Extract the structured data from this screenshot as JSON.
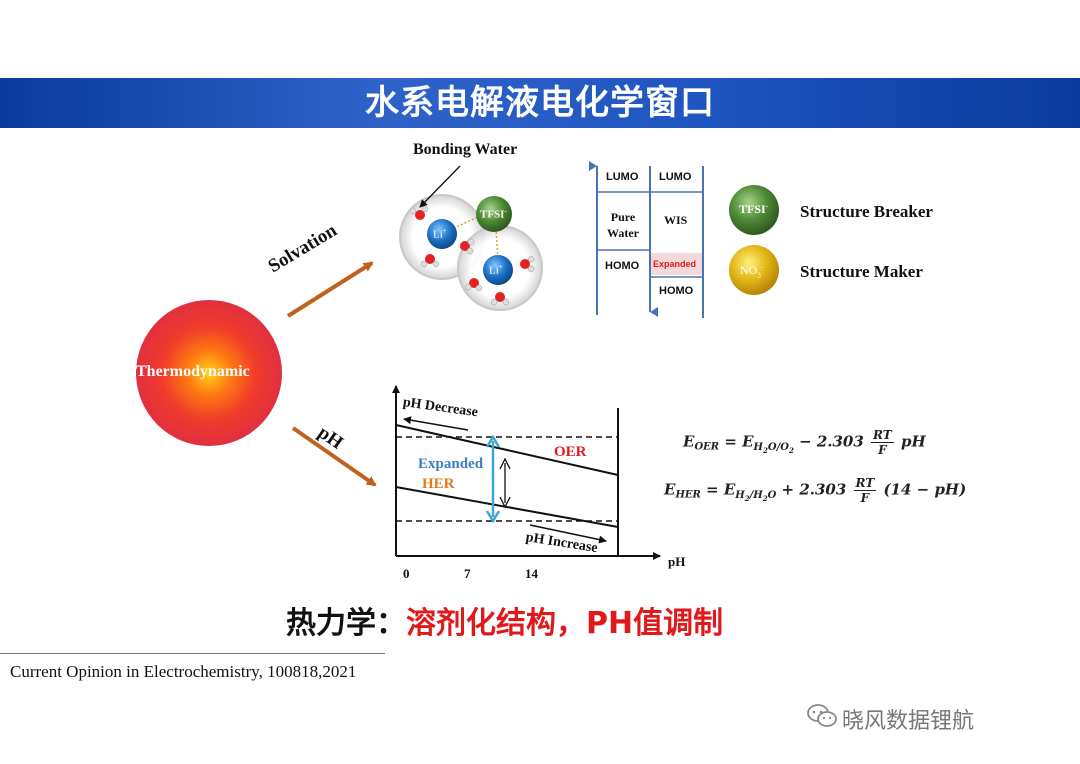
{
  "title": "水系电解液电化学窗口",
  "center_label": "Thermodynamic",
  "solvation": {
    "arrow_label": "Solvation",
    "bonding_water": "Bonding Water",
    "li_label": "Li",
    "li_sup": "+",
    "tfsi_label": "TFSI",
    "tfsi_sup": "-"
  },
  "energy_diagram": {
    "lumo": "LUMO",
    "homo": "HOMO",
    "pure_water_line1": "Pure",
    "pure_water_line2": "Water",
    "wis": "WIS",
    "expanded": "Expanded"
  },
  "legend": {
    "tfsi_label": "TFSI",
    "tfsi_sup": "-",
    "tfsi_text": "Structure Breaker",
    "no3_label": "NO",
    "no3_sub": "3",
    "no3_sup": "-",
    "no3_text": "Structure Maker"
  },
  "ph_plot": {
    "arrow_label": "pH",
    "decrease": "pH Decrease",
    "increase": "pH Increase",
    "oer": "OER",
    "her": "HER",
    "expanded": "Expanded",
    "x_axis_label": "pH",
    "ticks": [
      "0",
      "7",
      "14"
    ]
  },
  "equations": {
    "oer": "E_OER = E_H2O/O2 − 2.303 (RT/F) pH",
    "her": "E_HER = E_H2/H2O + 2.303 (RT/F) (14 − pH)"
  },
  "conclusion": {
    "prefix": "热力学：",
    "highlight": "溶剂化结构，PH值调制"
  },
  "citation": "Current Opinion in Electrochemistry, 100818,2021",
  "watermark": "晓风数据锂航",
  "colors": {
    "banner": "#1f55c0",
    "arrow": "#c0611e",
    "red_text": "#e0191b",
    "orange_text": "#e0781e",
    "blue_text": "#3a7fc0",
    "axis_blue": "#4a72b8",
    "tfsi_green": "#3e7a2e",
    "no3_yellow": "#d4a51a",
    "li_blue": "#1a6fc4"
  }
}
